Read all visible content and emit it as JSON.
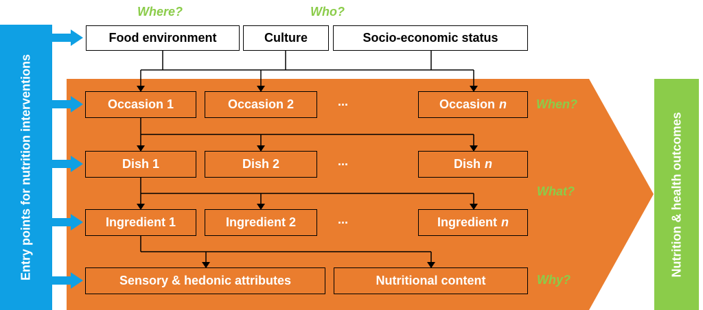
{
  "left_band": {
    "label": "Entry points for nutrition interventions"
  },
  "right_band": {
    "label": "Nutrition & health outcomes"
  },
  "questions": {
    "where": "Where?",
    "who": "Who?",
    "when": "When?",
    "what": "What?",
    "why": "Why?"
  },
  "context": {
    "food_environment": "Food environment",
    "culture": "Culture",
    "socio_economic_status": "Socio-economic status"
  },
  "occasions": {
    "first": "Occasion 1",
    "second": "Occasion 2",
    "nth_prefix": "Occasion",
    "nth_index": "n"
  },
  "dishes": {
    "first": "Dish 1",
    "second": "Dish 2",
    "nth_prefix": "Dish",
    "nth_index": "n"
  },
  "ingredients": {
    "first": "Ingredient 1",
    "second": "Ingredient 2",
    "nth_prefix": "Ingredient",
    "nth_index": "n"
  },
  "ellipsis": "...",
  "attributes": {
    "sensory": "Sensory & hedonic attributes",
    "nutritional": "Nutritional content"
  },
  "colors": {
    "entry_band": "#0fa0e4",
    "outcome_band": "#8bcc4a",
    "process_arrow": "#ea7d2e",
    "question_text": "#8bcc4a"
  }
}
